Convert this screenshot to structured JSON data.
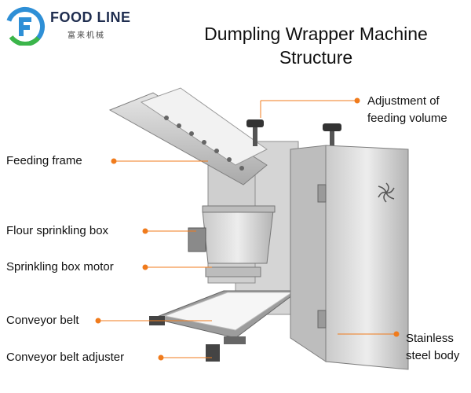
{
  "brand": {
    "name": "FOOD LINE",
    "subtitle": "富来机械"
  },
  "title_line1": "Dumpling Wrapper Machine",
  "title_line2": "Structure",
  "labels": {
    "feeding_frame": "Feeding frame",
    "adjustment_line1": "Adjustment of",
    "adjustment_line2": "feeding volume",
    "flour_box": "Flour sprinkling box",
    "box_motor": "Sprinkling box motor",
    "conveyor_belt": "Conveyor belt",
    "belt_adjuster": "Conveyor belt adjuster",
    "stainless_line1": "Stainless",
    "stainless_line2": "steel body"
  },
  "colors": {
    "accent": "#f07b1c",
    "brand_blue": "#2e8fd6",
    "brand_green": "#3bb54a",
    "brand_navy": "#1f2d4f"
  }
}
